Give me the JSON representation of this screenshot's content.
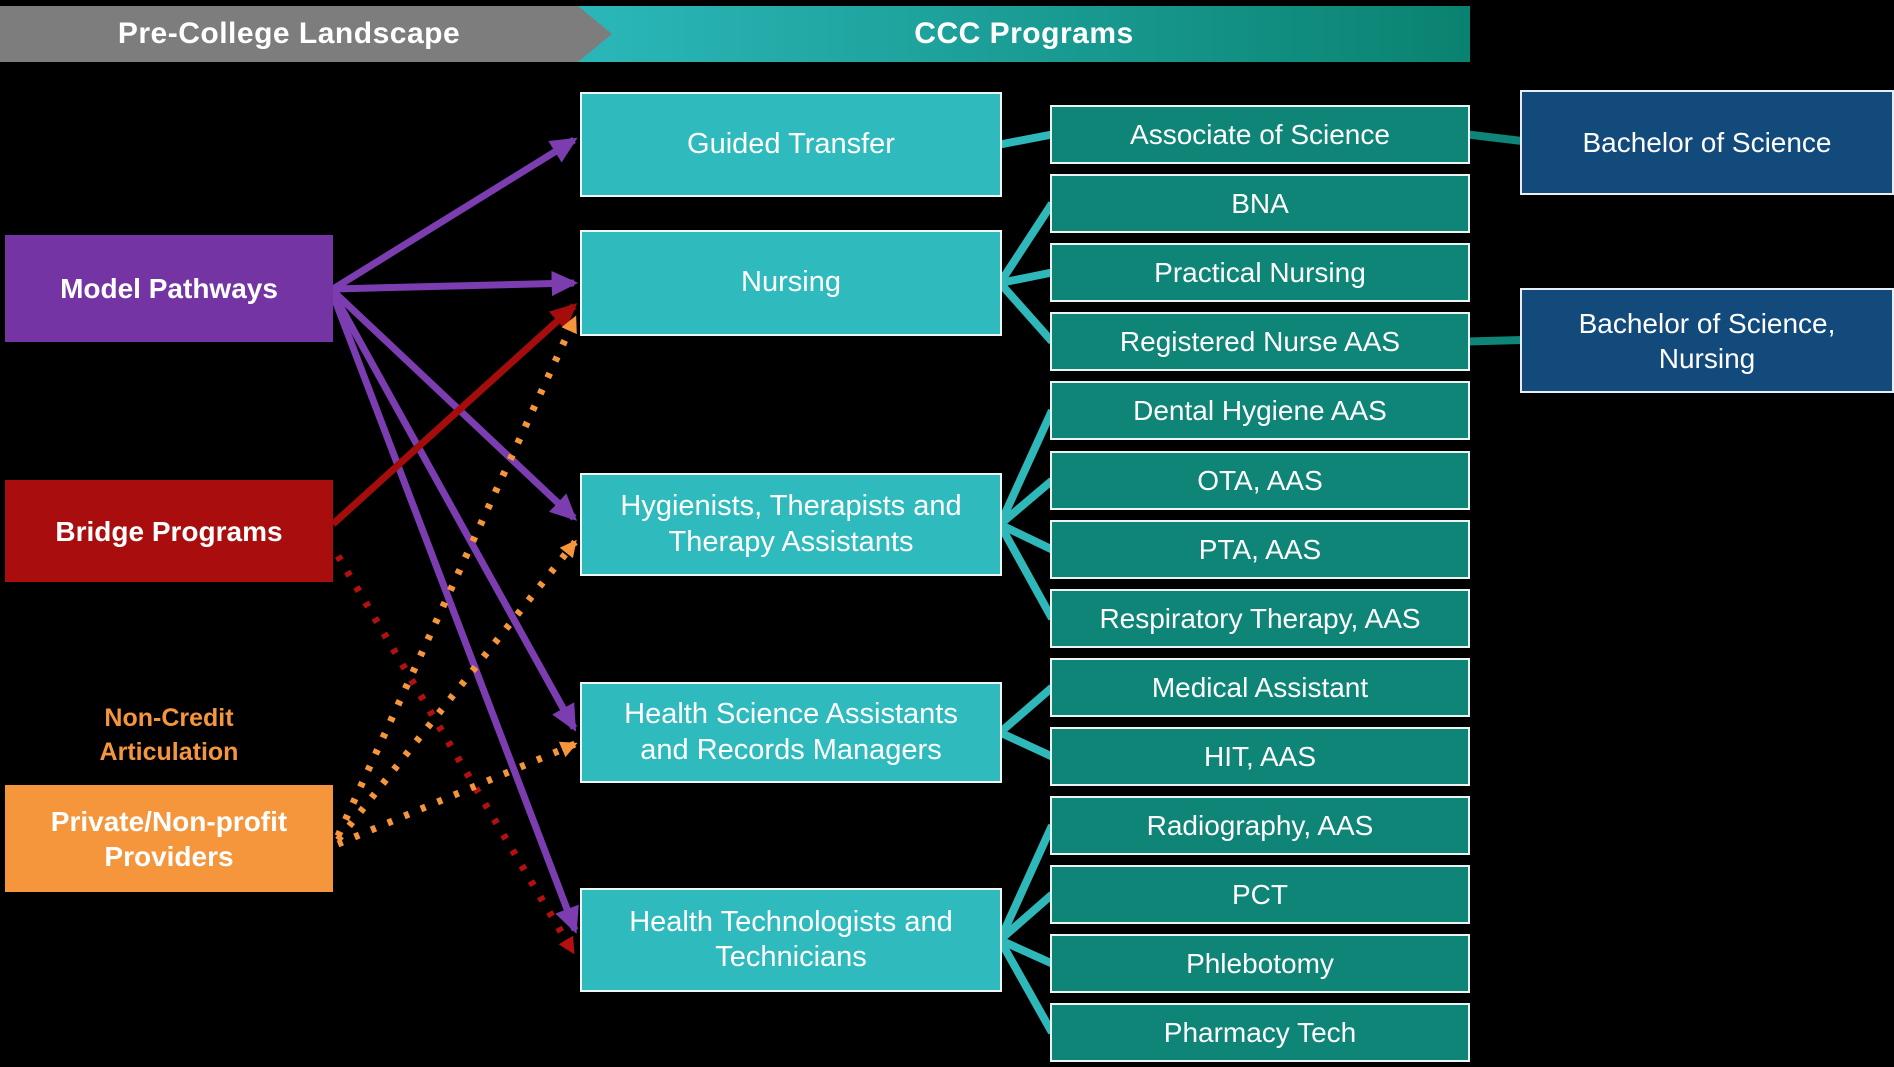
{
  "header": {
    "pre_college": {
      "label": "Pre-College Landscape"
    },
    "ccc": {
      "label": "CCC Programs"
    }
  },
  "sources": {
    "model_pathways": {
      "label": "Model Pathways"
    },
    "bridge_programs": {
      "label": "Bridge Programs"
    },
    "non_credit_articulation": {
      "line1": "Non-Credit",
      "line2": "Articulation"
    },
    "private_nonprofit": {
      "label": "Private/Non-profit Providers"
    }
  },
  "programs": [
    {
      "id": "guided_transfer",
      "label": "Guided Transfer"
    },
    {
      "id": "nursing",
      "label": "Nursing"
    },
    {
      "id": "hygienists",
      "label": "Hygienists, Therapists and Therapy Assistants"
    },
    {
      "id": "health_science",
      "label": "Health Science Assistants and Records Managers"
    },
    {
      "id": "health_tech",
      "label": "Health Technologists and Technicians"
    }
  ],
  "credentials": [
    {
      "id": "assoc_science",
      "label": "Associate of Science",
      "program": "guided_transfer"
    },
    {
      "id": "bna",
      "label": "BNA",
      "program": "nursing"
    },
    {
      "id": "practical_nursing",
      "label": "Practical Nursing",
      "program": "nursing"
    },
    {
      "id": "rn_aas",
      "label": "Registered Nurse AAS",
      "program": "nursing"
    },
    {
      "id": "dental_hygiene",
      "label": "Dental Hygiene AAS",
      "program": "hygienists"
    },
    {
      "id": "ota_aas",
      "label": "OTA, AAS",
      "program": "hygienists"
    },
    {
      "id": "pta_aas",
      "label": "PTA, AAS",
      "program": "hygienists"
    },
    {
      "id": "resp_therapy",
      "label": "Respiratory Therapy, AAS",
      "program": "hygienists"
    },
    {
      "id": "medical_assistant",
      "label": "Medical Assistant",
      "program": "health_science"
    },
    {
      "id": "hit_aas",
      "label": "HIT, AAS",
      "program": "health_science"
    },
    {
      "id": "radiography",
      "label": "Radiography, AAS",
      "program": "health_tech"
    },
    {
      "id": "pct",
      "label": "PCT",
      "program": "health_tech"
    },
    {
      "id": "phlebotomy",
      "label": "Phlebotomy",
      "program": "health_tech"
    },
    {
      "id": "pharmacy_tech",
      "label": "Pharmacy Tech",
      "program": "health_tech"
    }
  ],
  "transfers": [
    {
      "id": "bs",
      "label": "Bachelor of Science",
      "from": "assoc_science"
    },
    {
      "id": "bsn",
      "label": "Bachelor of Science, Nursing",
      "from": "rn_aas"
    }
  ],
  "source_links": [
    {
      "from": "model_pathways",
      "to": "guided_transfer",
      "style": "solid",
      "color": "purple"
    },
    {
      "from": "model_pathways",
      "to": "nursing",
      "style": "solid",
      "color": "purple"
    },
    {
      "from": "model_pathways",
      "to": "hygienists",
      "style": "solid",
      "color": "purple"
    },
    {
      "from": "model_pathways",
      "to": "health_science",
      "style": "solid",
      "color": "purple"
    },
    {
      "from": "model_pathways",
      "to": "health_tech",
      "style": "solid",
      "color": "purple"
    },
    {
      "from": "bridge_programs",
      "to": "nursing",
      "style": "solid",
      "color": "red"
    },
    {
      "from": "bridge_programs",
      "to": "health_tech",
      "style": "dotted",
      "color": "red"
    },
    {
      "from": "private_nonprofit",
      "to": "nursing",
      "style": "dotted",
      "color": "orange"
    },
    {
      "from": "private_nonprofit",
      "to": "hygienists",
      "style": "dotted",
      "color": "orange"
    },
    {
      "from": "private_nonprofit",
      "to": "health_science",
      "style": "dotted",
      "color": "orange"
    }
  ],
  "colors": {
    "background": "#000000",
    "header_gray": "#7D7D7D",
    "header_teal_from": "#2BB7B9",
    "header_teal_to": "#0A8270",
    "purple": "#7434A4",
    "purple_arrow": "#7B3DB0",
    "red": "#A90D0D",
    "red_arrow": "#A50D0D",
    "red_dotted": "#B51010",
    "orange": "#F5953C",
    "program_teal": "#2FBBBD",
    "credential_green": "#0E8577",
    "transfer_blue": "#134A7C",
    "fan_line": "#2FB8BA",
    "transfer_line": "#0E8577",
    "text_white": "#FFFFFF"
  }
}
